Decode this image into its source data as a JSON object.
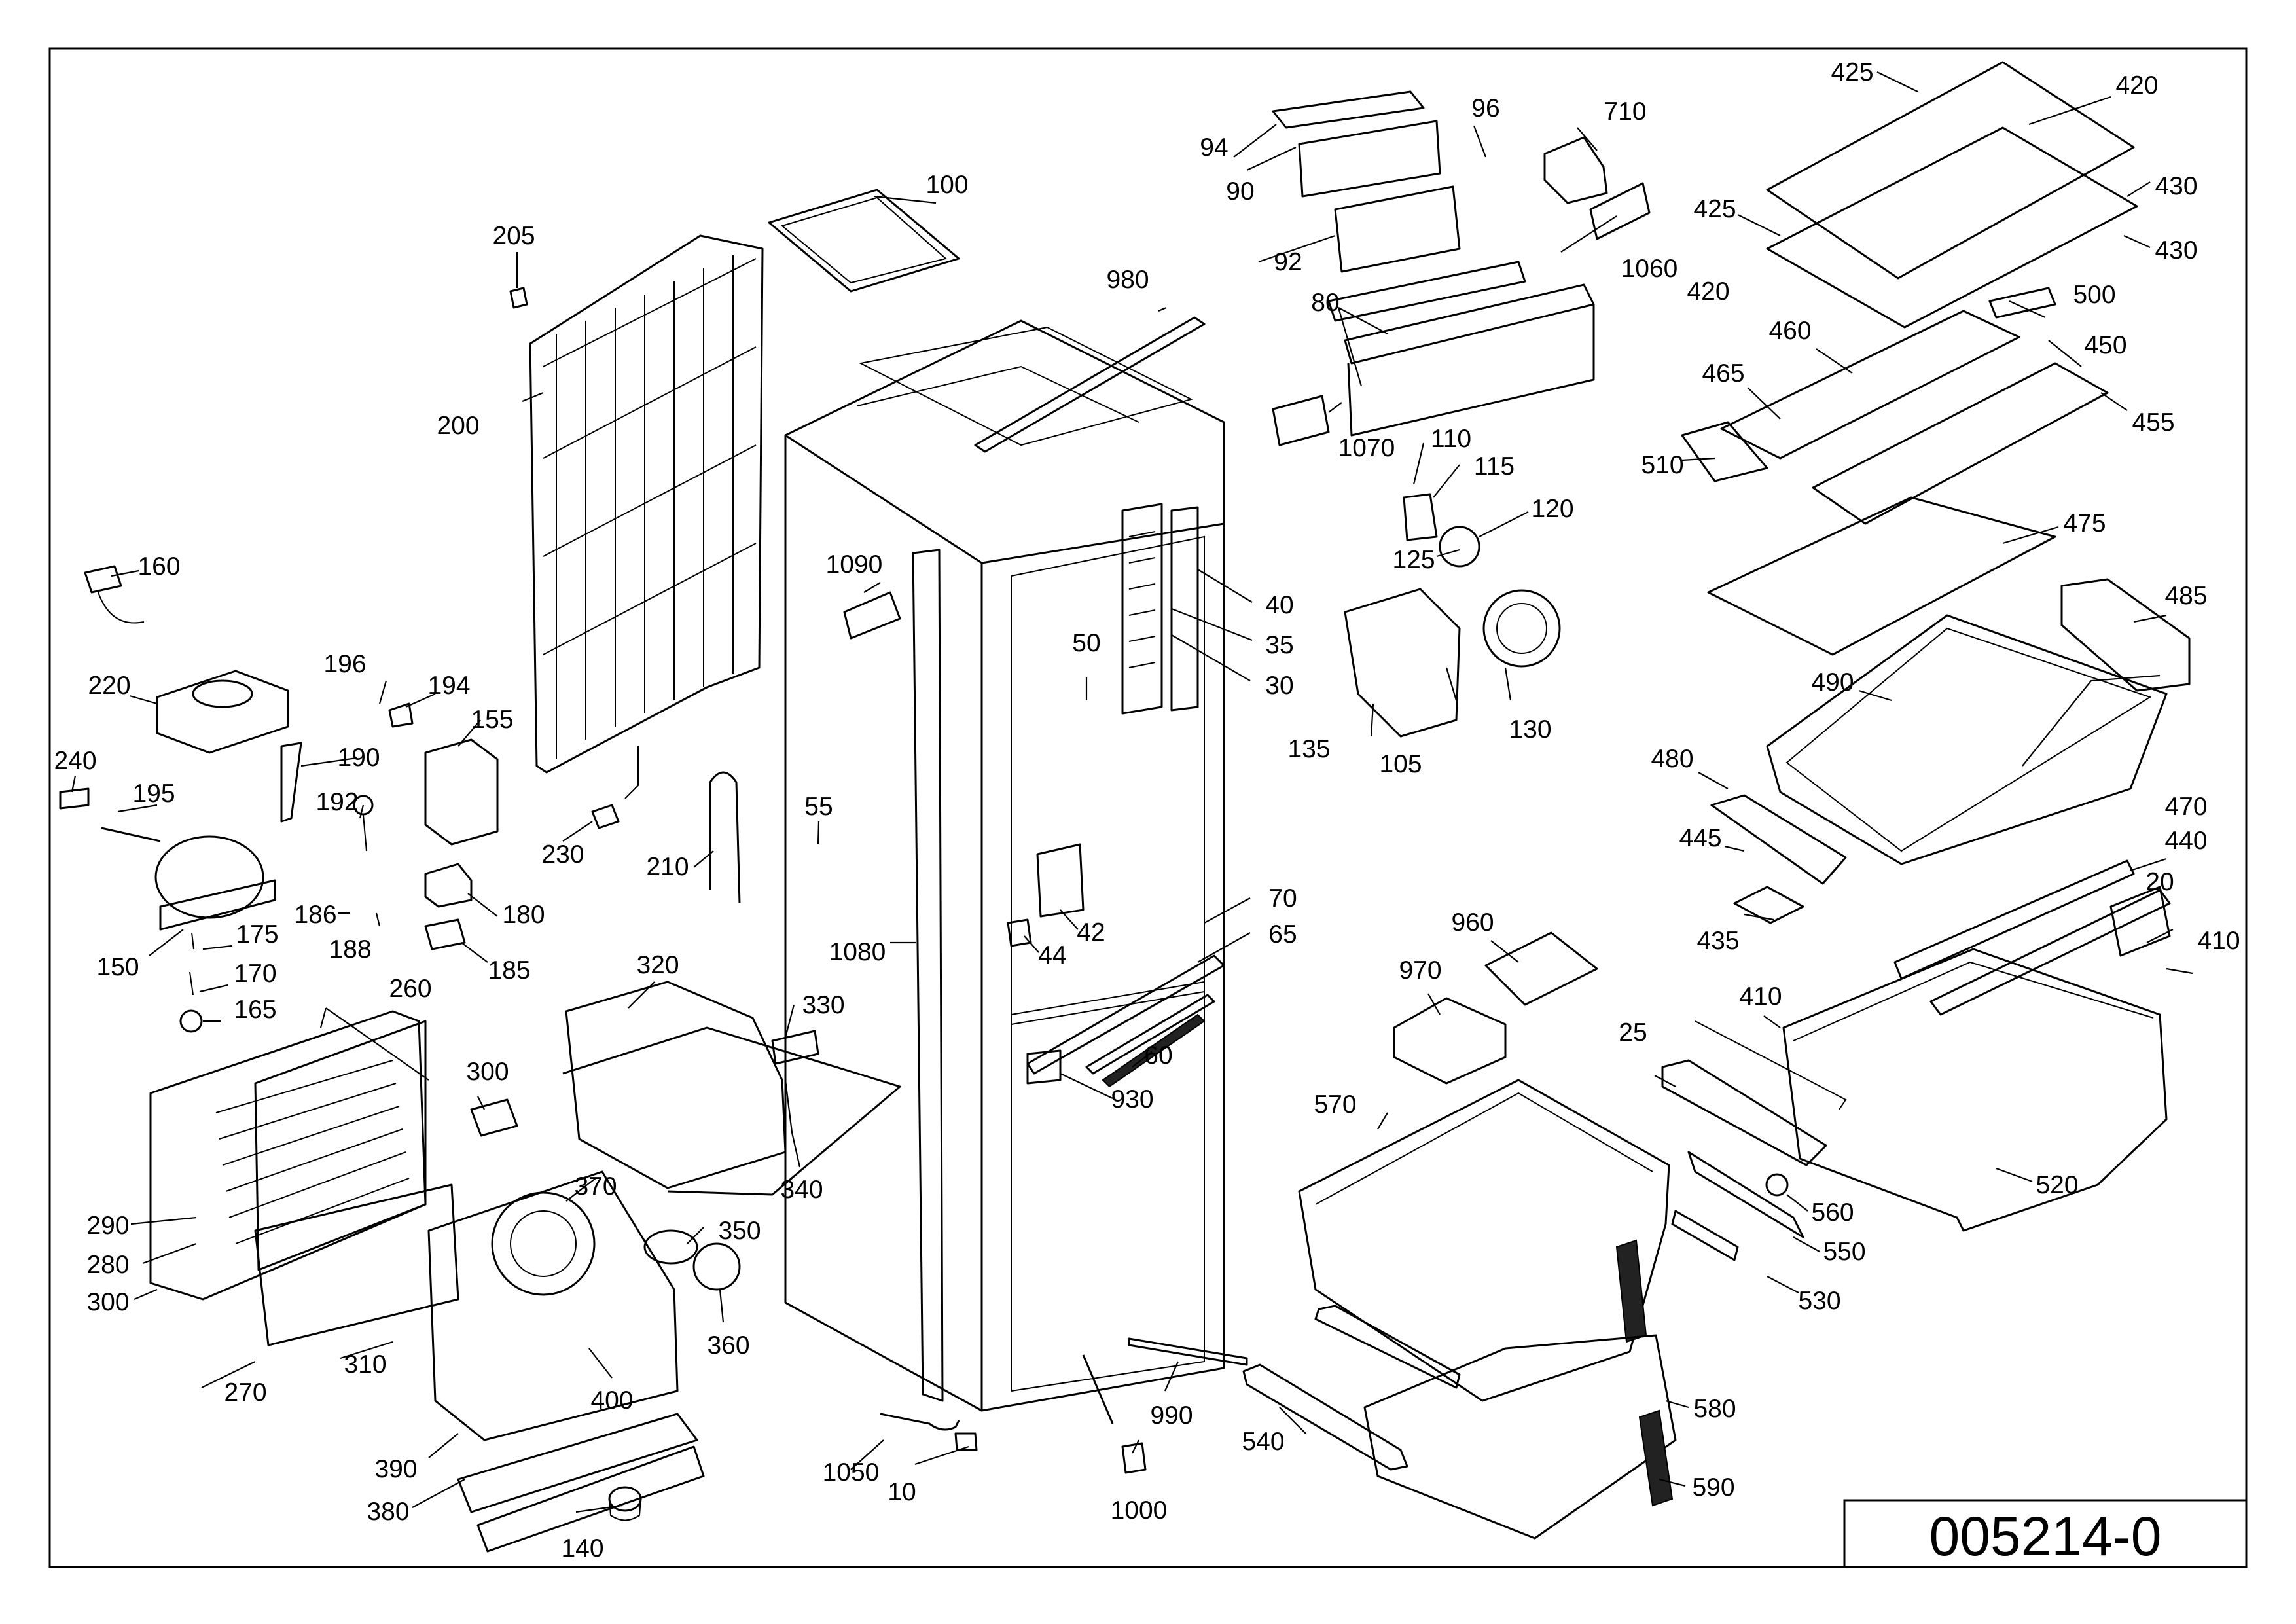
{
  "drawing_number": "005214-0",
  "callouts": [
    "10",
    "20",
    "25",
    "30",
    "35",
    "40",
    "42",
    "44",
    "50",
    "55",
    "60",
    "65",
    "70",
    "80",
    "90",
    "92",
    "94",
    "96",
    "100",
    "105",
    "110",
    "115",
    "120",
    "125",
    "130",
    "135",
    "140",
    "150",
    "155",
    "160",
    "165",
    "170",
    "175",
    "180",
    "185",
    "186",
    "188",
    "190",
    "192",
    "194",
    "195",
    "196",
    "200",
    "205",
    "210",
    "220",
    "230",
    "240",
    "260",
    "270",
    "280",
    "290",
    "300",
    "310",
    "320",
    "330",
    "340",
    "350",
    "360",
    "370",
    "380",
    "390",
    "400",
    "410",
    "420",
    "425",
    "430",
    "435",
    "440",
    "445",
    "450",
    "455",
    "460",
    "465",
    "470",
    "475",
    "480",
    "485",
    "490",
    "500",
    "510",
    "520",
    "530",
    "540",
    "550",
    "560",
    "570",
    "580",
    "590",
    "710",
    "930",
    "960",
    "970",
    "980",
    "990",
    "1000",
    "1050",
    "1060",
    "1070",
    "1080",
    "1090"
  ]
}
